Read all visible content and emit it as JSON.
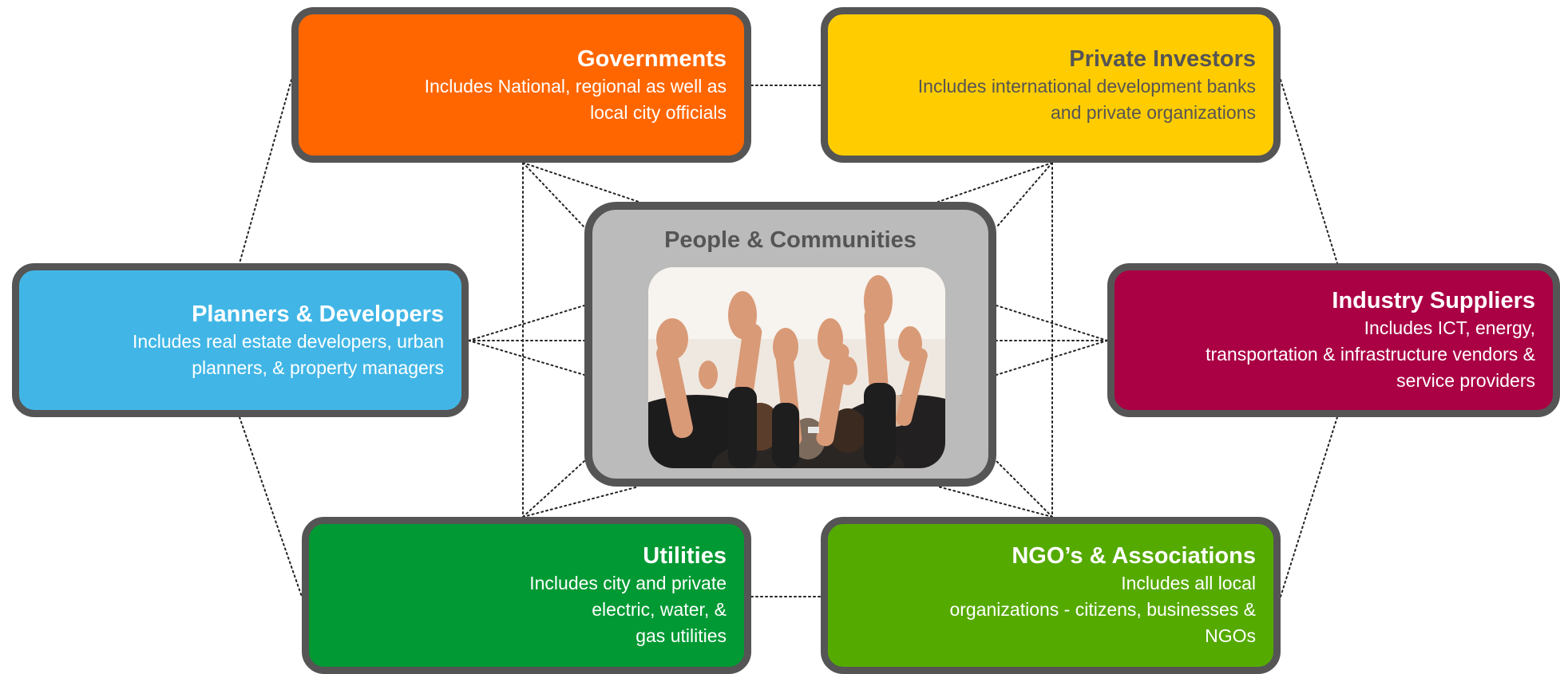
{
  "diagram": {
    "center": {
      "title": "People & Communities",
      "image": "raised-hands-photo"
    },
    "nodes": [
      {
        "id": "governments",
        "title": "Governments",
        "lines": [
          "Includes National, regional as well as",
          "local city officials"
        ],
        "color": "#ff6600",
        "text_color": "#ffffff"
      },
      {
        "id": "private-investors",
        "title": "Private Investors",
        "lines": [
          "Includes international development banks",
          "and private organizations"
        ],
        "color": "#ffcc00",
        "text_color": "#555555"
      },
      {
        "id": "planners-developers",
        "title": "Planners & Developers",
        "lines": [
          "Includes real estate developers, urban",
          "planners, & property managers"
        ],
        "color": "#41b6e6",
        "text_color": "#ffffff"
      },
      {
        "id": "industry-suppliers",
        "title": "Industry Suppliers",
        "lines": [
          "Includes ICT, energy,",
          "transportation & infrastructure vendors &",
          "service providers"
        ],
        "color": "#aa0044",
        "text_color": "#ffffff"
      },
      {
        "id": "utilities",
        "title": "Utilities",
        "lines": [
          "Includes city and private",
          "electric, water, &",
          "gas utilities"
        ],
        "color": "#009933",
        "text_color": "#ffffff"
      },
      {
        "id": "ngos-associations",
        "title": "NGO’s & Associations",
        "lines": [
          "Includes all local",
          "organizations - citizens, businesses &",
          "NGOs"
        ],
        "color": "#55aa00",
        "text_color": "#ffffff"
      }
    ],
    "border_color": "#555555",
    "connector_style": "dotted"
  }
}
